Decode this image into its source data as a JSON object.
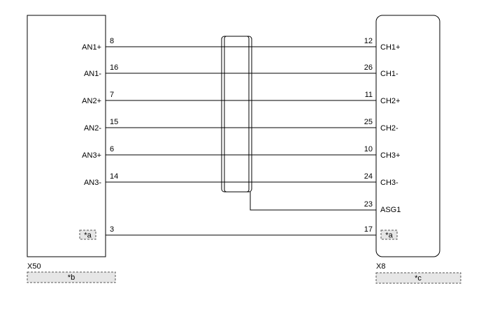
{
  "left_connector": {
    "id": "X50",
    "tag": "*b",
    "pins": [
      {
        "signal": "AN1+",
        "pin": "8"
      },
      {
        "signal": "AN1-",
        "pin": "16"
      },
      {
        "signal": "AN2+",
        "pin": "7"
      },
      {
        "signal": "AN2-",
        "pin": "15"
      },
      {
        "signal": "AN3+",
        "pin": "6"
      },
      {
        "signal": "AN3-",
        "pin": "14"
      }
    ],
    "extra_pin": {
      "label": "*a",
      "pin": "3"
    }
  },
  "right_connector": {
    "id": "X8",
    "tag": "*c",
    "pins": [
      {
        "signal": "CH1+",
        "pin": "12"
      },
      {
        "signal": "CH1-",
        "pin": "26"
      },
      {
        "signal": "CH2+",
        "pin": "11"
      },
      {
        "signal": "CH2-",
        "pin": "25"
      },
      {
        "signal": "CH3+",
        "pin": "10"
      },
      {
        "signal": "CH3-",
        "pin": "24"
      },
      {
        "signal": "ASG1",
        "pin": "23"
      }
    ],
    "extra_pin": {
      "label": "*a",
      "pin": "17"
    }
  },
  "colors": {
    "line": "#000000",
    "tag_fill": "#e6e6e6",
    "tag_border": "#555555"
  }
}
